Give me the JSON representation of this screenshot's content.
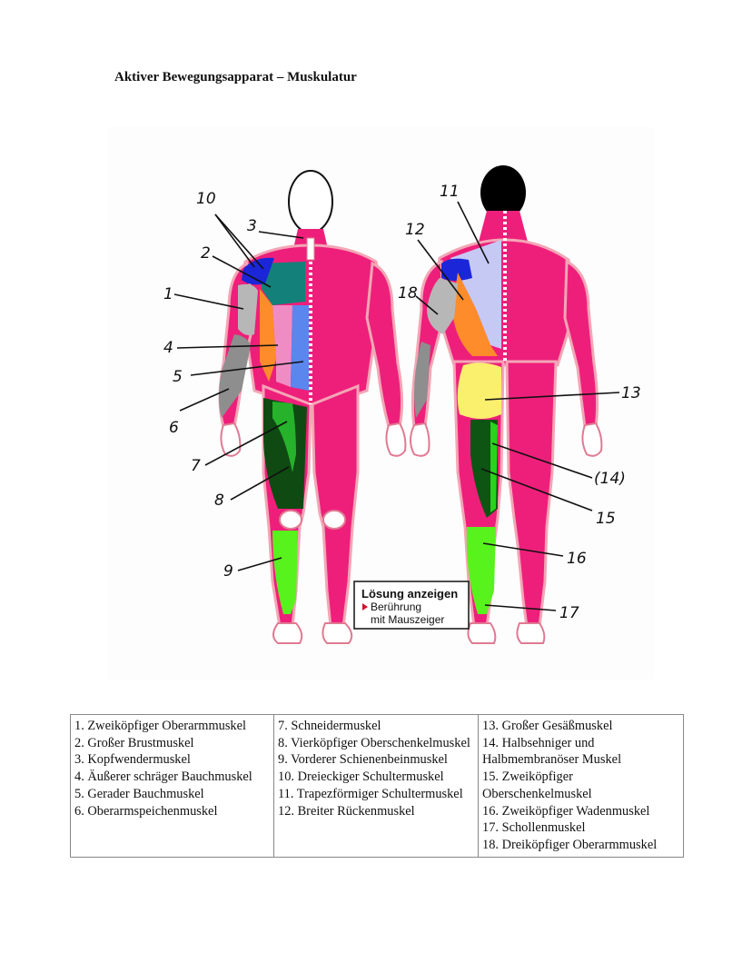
{
  "document": {
    "title": "Aktiver Bewegungsapparat – Muskulatur"
  },
  "figure": {
    "callouts": [
      "1",
      "2",
      "3",
      "4",
      "5",
      "6",
      "7",
      "8",
      "9",
      "10",
      "11",
      "12",
      "13",
      "(14)",
      "15",
      "16",
      "17",
      "18"
    ],
    "button": {
      "title": "Lösung anzeigen",
      "line1": "Berührung",
      "line2": "mit Mauszeiger"
    },
    "colors": {
      "muscle_base": "#ee1f7a",
      "muscle_outline": "#f3a6b6",
      "biceps": "#b7b7b7",
      "pectoral": "#138079",
      "abs_oblique": "#f08cc4",
      "rectus": "#5b86ee",
      "deltoid": "#1a26d8",
      "forearm": "#8e8e8e",
      "quad": "#0f4a12",
      "sartorius": "#27b22c",
      "tibialis": "#58f21c",
      "trapezius": "#c6c9f4",
      "latissimus": "#ff8c2a",
      "glute": "#fbef6e",
      "hamstrings": "#0e5514",
      "hamstring_line": "#2ad11d",
      "calf": "#58f21c",
      "head_back": "#000000"
    }
  },
  "legend": {
    "columns": [
      [
        "1. Zweiköpfiger Oberarmmuskel",
        "2. Großer Brustmuskel",
        "3. Kopfwendermuskel",
        "4. Äußerer schräger Bauchmuskel",
        "5. Gerader Bauchmuskel",
        "6. Oberarmspeichenmuskel"
      ],
      [
        "7. Schneidermuskel",
        "8. Vierköpfiger Oberschenkelmuskel",
        "9. Vorderer Schienenbeinmuskel",
        "10. Dreieckiger Schultermuskel",
        "11. Trapezförmiger Schultermuskel",
        "12. Breiter Rückenmuskel"
      ],
      [
        "13. Großer Gesäßmuskel",
        "14. Halbsehniger und Halbmembranöser Muskel",
        "15. Zweiköpfiger Oberschenkelmuskel",
        "16. Zweiköpfiger Wadenmuskel",
        "17. Schollenmuskel",
        "18. Dreiköpfiger Oberarmmuskel"
      ]
    ]
  }
}
